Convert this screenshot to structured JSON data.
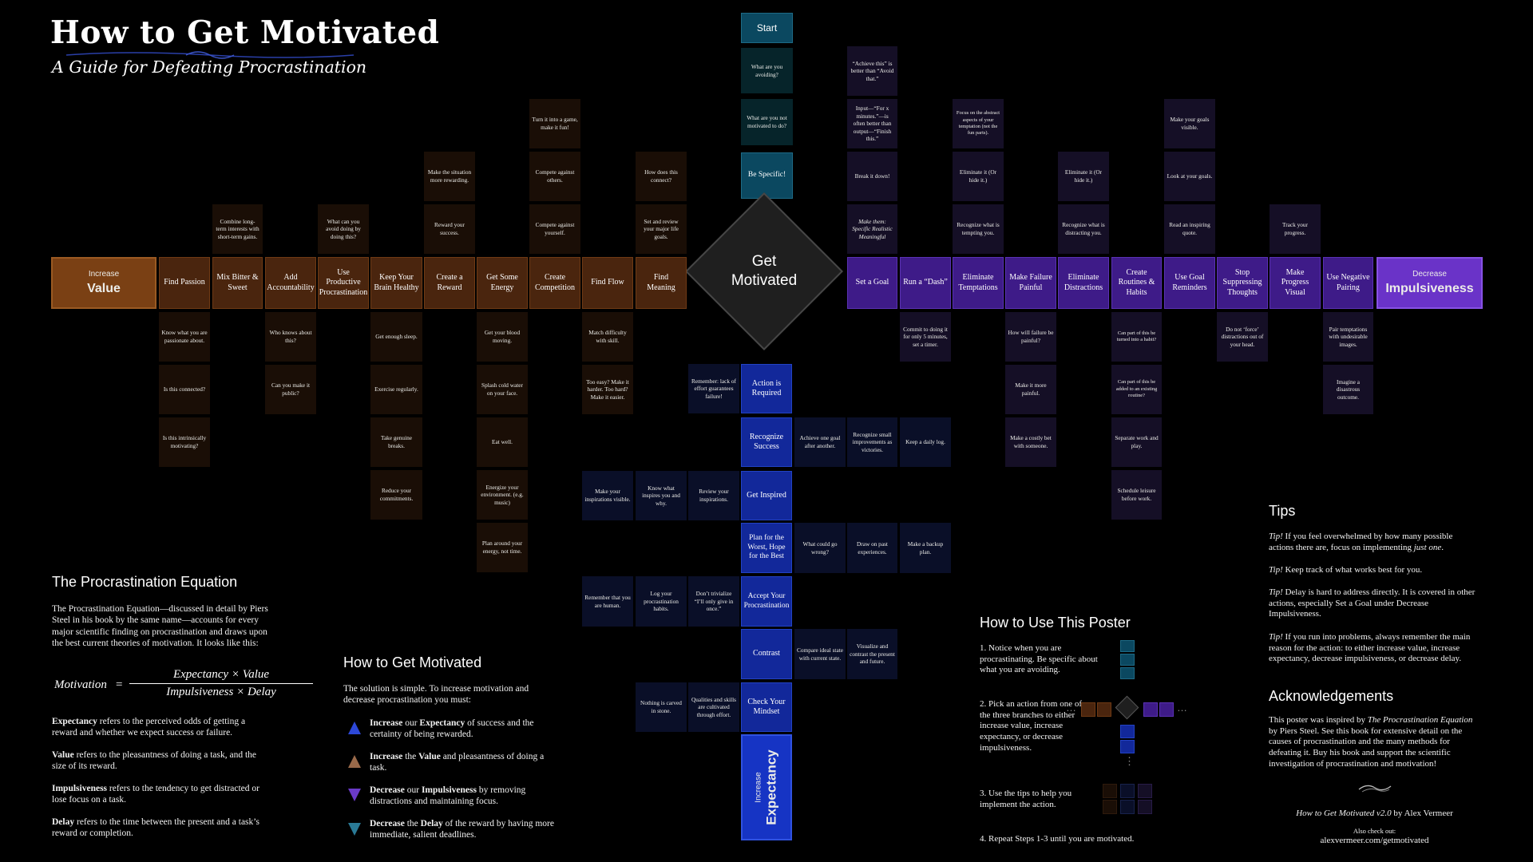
{
  "header": {
    "title": "How to Get Motivated",
    "subtitle": "A Guide for Defeating Procrastination"
  },
  "colors": {
    "value_branch": "#7a4014",
    "impulsiveness_branch": "#6a33c8",
    "expectancy_branch": "#1634c4",
    "start_branch": "#0b4860",
    "center": "#1f1f1f"
  },
  "center": {
    "label_line1": "Get",
    "label_line2": "Motivated"
  },
  "top_branch": {
    "start": "Start",
    "tips": [
      "What are you avoiding?",
      "What are you not motivated to do?"
    ],
    "action": "Be Specific!"
  },
  "value": {
    "end_small": "Increase",
    "end_big": "Value",
    "actions": [
      "Find Passion",
      "Mix Bitter & Sweet",
      "Add Accountability",
      "Use Productive Procrastination",
      "Keep Your Brain Healthy",
      "Create a Reward",
      "Get Some Energy",
      "Create Competition",
      "Find Flow",
      "Find Meaning"
    ]
  },
  "value_tips": {
    "mix_bitter": "Combine long-term interests with short-term gains.",
    "productive": "What can you avoid doing by doing this?",
    "reward_1": "Make the situation more rewarding.",
    "reward_2": "Reward your success.",
    "competition_1": "Turn it into a game, make it fun!",
    "competition_2": "Compete against others.",
    "competition_3": "Compete against yourself.",
    "meaning_1": "How does this connect?",
    "meaning_2": "Set and review your major life goals.",
    "passion_1": "Know what you are passionate about.",
    "passion_2": "Is this connected?",
    "passion_3": "Is this intrinsically motivating?",
    "account_1": "Who knows about this?",
    "account_2": "Can you make it public?",
    "brain_1": "Get enough sleep.",
    "brain_2": "Exercise regularly.",
    "brain_3": "Take genuine breaks.",
    "brain_4": "Reduce your commitments.",
    "energy_1": "Get your blood moving.",
    "energy_2": "Splash cold water on your face.",
    "energy_3": "Eat well.",
    "energy_4": "Energize your environment. (e.g. music)",
    "energy_5": "Plan around your energy, not time.",
    "flow_1": "Match difficulty with skill.",
    "flow_2": "Too easy? Make it harder. Too hard? Make it easier."
  },
  "impulsiveness": {
    "end_small": "Decrease",
    "end_big": "Impulsiveness",
    "actions": [
      "Set a Goal",
      "Run a “Dash”",
      "Eliminate Temptations",
      "Make Failure Painful",
      "Eliminate Distractions",
      "Create Routines & Habits",
      "Use Goal Reminders",
      "Stop Suppressing Thoughts",
      "Make Progress Visual",
      "Use Negative Pairing"
    ]
  },
  "impulsiveness_tips": {
    "goal_1": "“Achieve this” is better than “Avoid that.”",
    "goal_2": "Input—“For x minutes.”—is often better than output—“Finish this.”",
    "goal_3": "Break it down!",
    "goal_4": "Make them: Specific Realistic Meaningful",
    "temptation_1": "Focus on the abstract aspects of your temptation (not the fun parts).",
    "temptation_2": "Eliminate it (Or hide it.)",
    "temptation_3": "Recognize what is tempting you.",
    "distraction_1": "Eliminate it (Or hide it.)",
    "distraction_2": "Recognize what is distracting you.",
    "reminder_1": "Make your goals visible.",
    "reminder_2": "Look at your goals.",
    "reminder_3": "Read an inspiring quote.",
    "progress_1": "Track your progress.",
    "dash_1": "Commit to doing it for only 5 minutes, set a timer.",
    "failure_1": "How will failure be painful?",
    "failure_2": "Make it more painful.",
    "failure_3": "Make a costly bet with someone.",
    "routine_1": "Can part of this be turned into a habit?",
    "routine_2": "Can part of this be added to an existing routine?",
    "routine_3": "Separate work and play.",
    "routine_4": "Schedule leisure before work.",
    "suppress_1": "Do not ‘force’ distractions out of your head.",
    "pairing_1": "Pair temptations with undesirable images.",
    "pairing_2": "Imagine a disastrous outcome."
  },
  "expectancy": {
    "end_small": "Increase",
    "end_big": "Expectancy",
    "actions": [
      "Action is Required",
      "Recognize Success",
      "Get Inspired",
      "Plan for the Worst, Hope for the Best",
      "Accept Your Procrastination",
      "Contrast",
      "Check Your Mindset"
    ],
    "tips": {
      "action_1": "Remember: lack of effort guarantees failure!",
      "success_1": "Achieve one goal after another.",
      "success_2": "Recognize small improvements as victories.",
      "success_3": "Keep a daily log.",
      "inspired_1": "Make your inspirations visible.",
      "inspired_2": "Know what inspires you and why.",
      "inspired_3": "Review your inspirations.",
      "plan_1": "What could go wrong?",
      "plan_2": "Draw on past experiences.",
      "plan_3": "Make a backup plan.",
      "accept_1": "Remember that you are human.",
      "accept_2": "Log your procrastination habits.",
      "accept_3": "Don’t trivialize “I’ll only give in once.”",
      "contrast_1": "Compare ideal state with current state.",
      "contrast_2": "Visualize and contrast the present and future.",
      "mindset_1": "Nothing is carved in stone.",
      "mindset_2": "Qualities and skills are cultivated through effort."
    }
  },
  "equation_section": {
    "heading": "The Procrastination Equation",
    "intro": "The Procrastination Equation—discussed in detail by Piers Steel in his book by the same name—accounts for every major scientific finding on procrastination and draws upon the best current theories of motivation. It looks like this:",
    "lhs": "Motivation",
    "equals": "=",
    "numerator": "Expectancy × Value",
    "denominator": "Impulsiveness × Delay",
    "defs": [
      {
        "term": "Expectancy",
        "text": " refers to the perceived odds of getting a reward and whether we expect success or failure."
      },
      {
        "term": "Value",
        "text": " refers to the pleasantness of doing a task, and the size of its reward."
      },
      {
        "term": "Impulsiveness",
        "text": " refers to the tendency to get distracted or lose focus on a task."
      },
      {
        "term": "Delay",
        "text": " refers to the time between the present and a task’s reward or completion."
      }
    ]
  },
  "howto_section": {
    "heading": "How to Get Motivated",
    "intro": "The solution is simple. To increase motivation and decrease procrastination you must:",
    "bullets": [
      {
        "verb": "Increase",
        "mid": " our ",
        "term": "Expectancy",
        "rest": " of success and the certainty of being rewarded.",
        "color": "#2d48d8"
      },
      {
        "verb": "Increase",
        "mid": " the ",
        "term": "Value",
        "rest": " and pleasantness of doing a task.",
        "color": "#9a6a4a"
      },
      {
        "verb": "Decrease",
        "mid": " our ",
        "term": "Impulsiveness",
        "rest": " by removing distractions and maintaining focus.",
        "color": "#6a3ac8"
      },
      {
        "verb": "Decrease",
        "mid": " the ",
        "term": "Delay",
        "rest": " of the reward by having more immediate, salient deadlines.",
        "color": "#2a7a96"
      }
    ]
  },
  "use_section": {
    "heading": "How to Use This Poster",
    "steps": [
      "1. Notice when you are procrastinating. Be specific about what you are avoiding.",
      "2. Pick an action from one of the three branches to either increase value, increase expectancy, or decrease impulsiveness.",
      "3. Use the tips to help you implement the action.",
      "4. Repeat Steps 1-3 until you are motivated."
    ],
    "ellipsis": "…",
    "vertical_ellipsis": "⋮"
  },
  "tips_section": {
    "heading": "Tips",
    "items": [
      {
        "lead": "Tip!",
        "text": " If you feel overwhelmed by how many possible actions there are, focus on implementing ",
        "em": "just one",
        "end": "."
      },
      {
        "lead": "Tip!",
        "text": " Keep track of what works best for you.",
        "em": "",
        "end": ""
      },
      {
        "lead": "Tip!",
        "text": " Delay is hard to address directly. It is covered in other actions, especially Set a Goal under Decrease Impulsiveness.",
        "em": "",
        "end": ""
      },
      {
        "lead": "Tip!",
        "text": " If you run into problems, always remember the main reason for the action: to either increase value, increase expectancy, decrease impulsiveness, or decrease delay.",
        "em": "",
        "end": ""
      }
    ]
  },
  "ack_section": {
    "heading": "Acknowledgements",
    "text_a": "This poster was inspired by ",
    "book": "The Procrastination Equation",
    "text_b": " by Piers Steel. See this book for extensive detail on the causes of procrastination and the many methods for defeating it. Buy his book and support the scientific investigation of procrastination and motivation!",
    "credit_title": "How to Get Motivated v2.0",
    "credit_by": " by Alex Vermeer",
    "also": "Also check out:",
    "url": "alexvermeer.com/getmotivated"
  }
}
